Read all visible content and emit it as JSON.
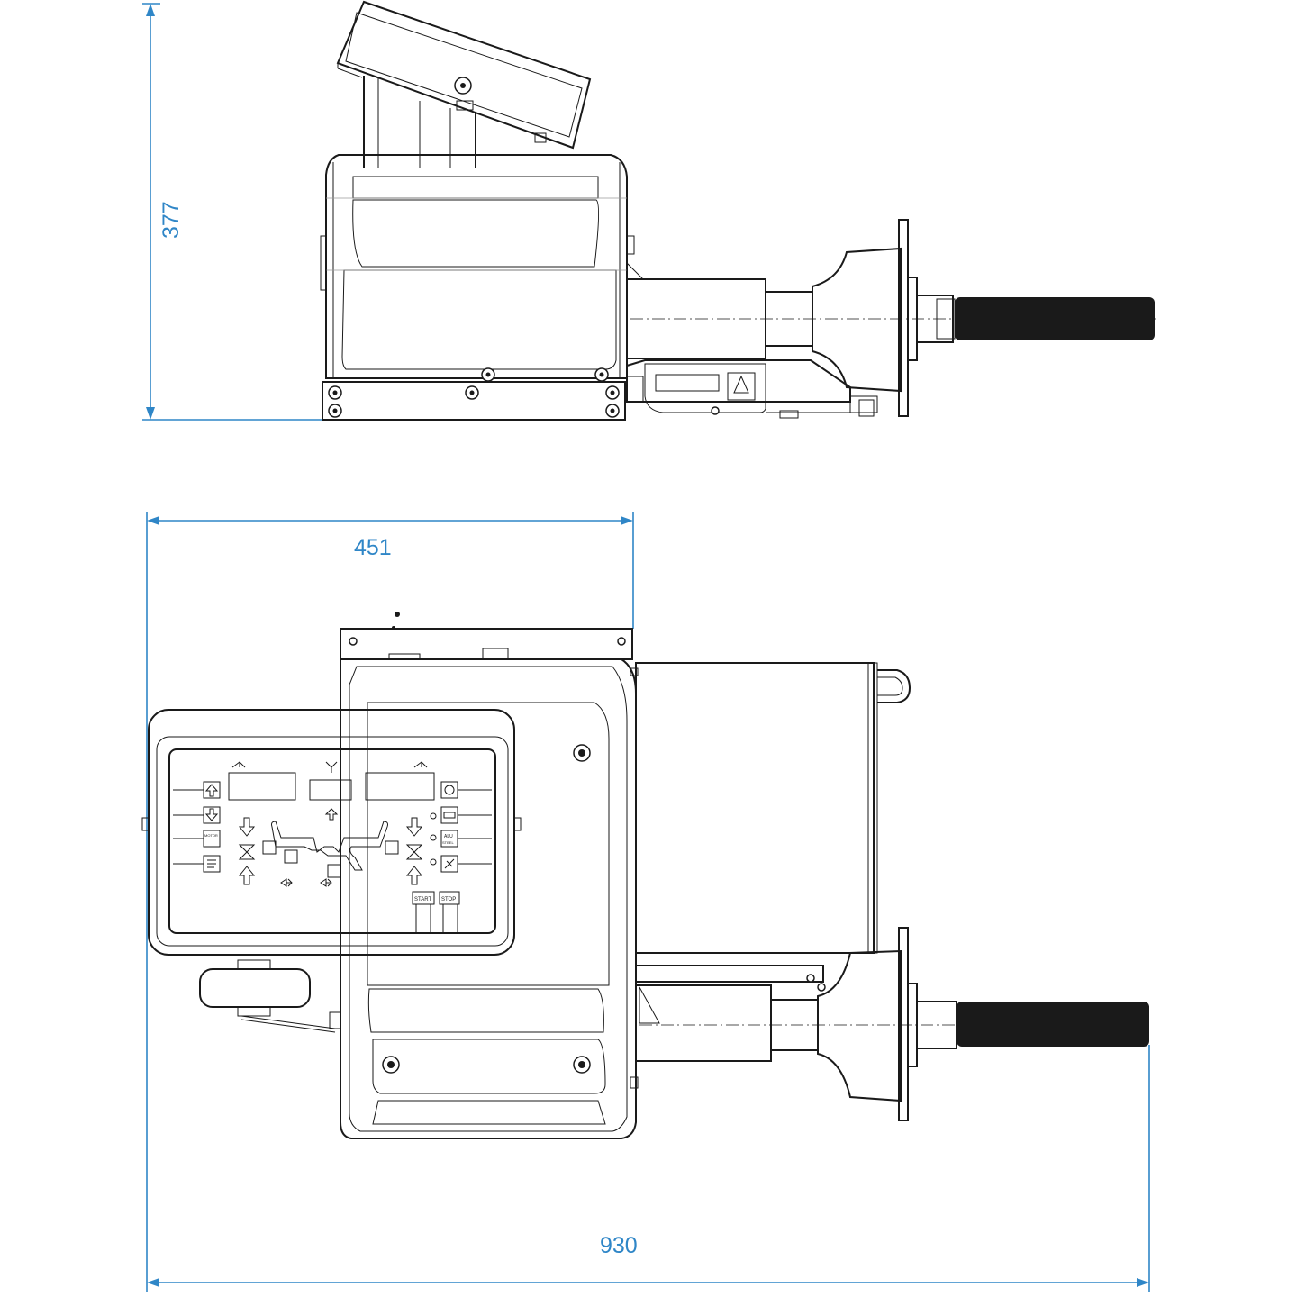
{
  "dimensions": {
    "height_label": "377",
    "width_label": "451",
    "total_label": "930"
  },
  "panel": {
    "button_start": "START",
    "button_stop": "STOP",
    "label_alu": "ALU",
    "label_steel": "STEEL",
    "label_motor": "MOTOR"
  },
  "colors": {
    "dimension": "#2f86c7",
    "line": "#1a1a1a"
  }
}
